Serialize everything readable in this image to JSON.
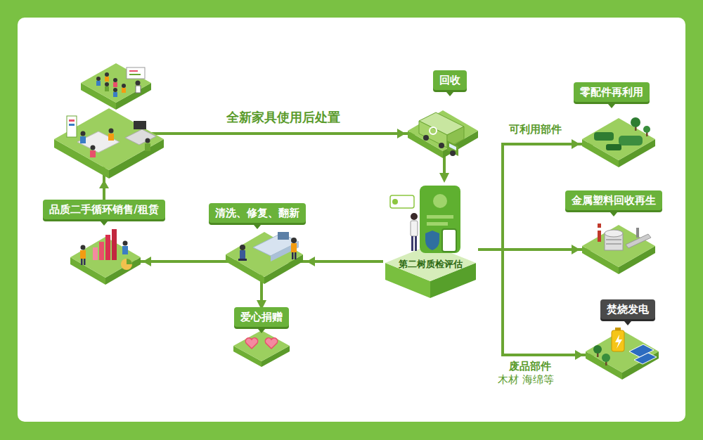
{
  "diagram": {
    "nodes": [
      {
        "text": [
          "回收"
        ]
      },
      {
        "text": [
          "零配件再利用"
        ]
      },
      {
        "text": [
          "金属塑料回收再生"
        ]
      },
      {
        "text": [
          "第二树质检评估"
        ]
      },
      {
        "text": [
          "清洗、修复、翻新"
        ]
      },
      {
        "text": [
          "品质二手循环销售/租赁"
        ]
      },
      {
        "text": [
          "爱心捐赠"
        ]
      },
      {
        "text": [
          "焚烧发电"
        ]
      }
    ],
    "edges": [
      {
        "from": 5,
        "to": 0,
        "label": "全新家具使用后处置",
        "arrow": "to"
      },
      {
        "from": 0,
        "to": 3,
        "arrow": "to"
      },
      {
        "from": 3,
        "to": 4,
        "arrow": "to"
      },
      {
        "from": 4,
        "to": 5,
        "arrow": "to"
      },
      {
        "from": 4,
        "to": 6,
        "arrow": "to"
      },
      {
        "from": 3,
        "to": 1,
        "label": "可利用部件",
        "arrow": "to"
      },
      {
        "from": 3,
        "to": 2,
        "arrow": "to"
      },
      {
        "from": 3,
        "to": 7,
        "label": "废品部件",
        "arrow": "to"
      }
    ],
    "labels": [
      "木材 海绵等"
    ]
  }
}
